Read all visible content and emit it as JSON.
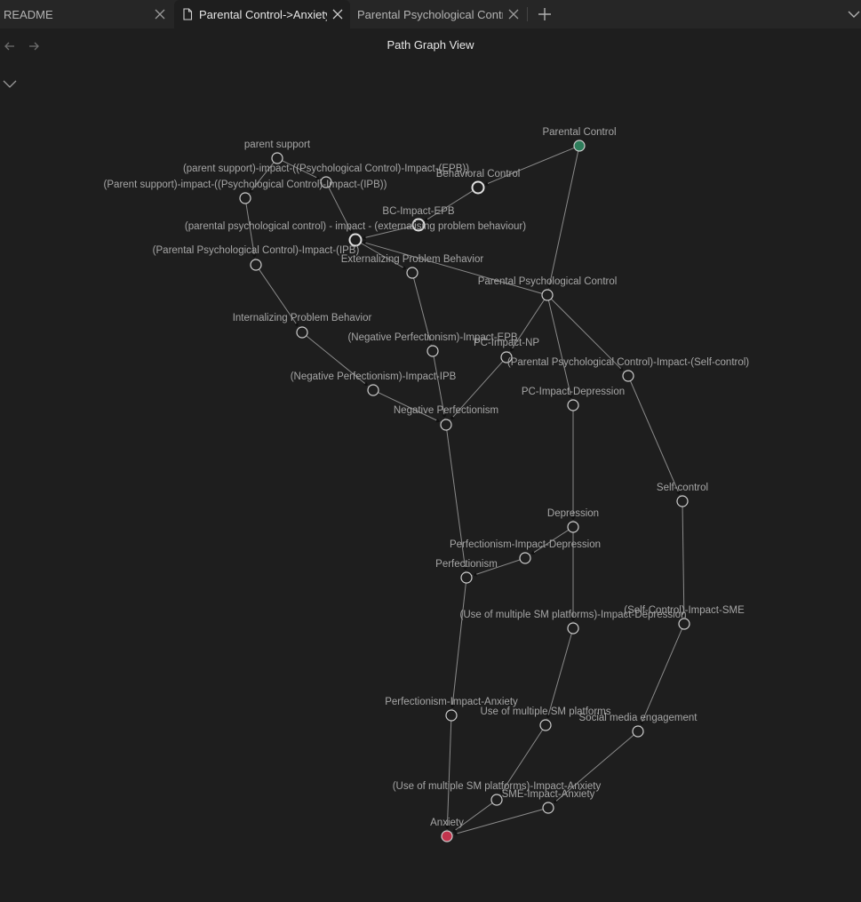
{
  "tabs": [
    {
      "label": "README",
      "active": false
    },
    {
      "label": "Parental Control->Anxiety",
      "active": true
    },
    {
      "label": "Parental Psychological Control",
      "active": false
    }
  ],
  "view_title": "Path Graph View",
  "colors": {
    "start_node": "#2e7d5b",
    "end_node": "#c2344d",
    "background": "#1e1e1e"
  },
  "icons": [
    "close-icon",
    "document-icon",
    "plus-icon",
    "chevron-down-icon",
    "arrow-left-icon",
    "arrow-right-icon"
  ],
  "graph": {
    "nodes": [
      {
        "id": "pc",
        "label": "Parental Control",
        "kind": "start"
      },
      {
        "id": "bc",
        "label": "Behavioral Control",
        "kind": "big"
      },
      {
        "id": "bcepb",
        "label": "BC-Impact-EPB",
        "kind": "big"
      },
      {
        "id": "ppcepb",
        "label": "(parental psychological control) - impact - (externalising problem behaviour)",
        "kind": "big"
      },
      {
        "id": "ps",
        "label": "parent support"
      },
      {
        "id": "psepb",
        "label": "(parent support)-impact-((Psychological Control)-Impact-(EPB))"
      },
      {
        "id": "psipb",
        "label": "(Parent support)-impact-((Psychological Control)-Impact-(IPB))"
      },
      {
        "id": "ppcipb",
        "label": "(Parental Psychological Control)-Impact-(IPB)"
      },
      {
        "id": "epb",
        "label": "Externalizing Problem Behavior"
      },
      {
        "id": "ppc",
        "label": "Parental Psychological Control"
      },
      {
        "id": "ipb",
        "label": "Internalizing Problem Behavior"
      },
      {
        "id": "npepb",
        "label": "(Negative Perfectionism)-Impact-EPB"
      },
      {
        "id": "pcnp",
        "label": "PC-Impact-NP"
      },
      {
        "id": "ppcsc",
        "label": "(Parental Psychological Control)-Impact-(Self-control)"
      },
      {
        "id": "npipb",
        "label": "(Negative Perfectionism)-Impact-IPB"
      },
      {
        "id": "pcdep",
        "label": "PC-Impact-Depression"
      },
      {
        "id": "np",
        "label": "Negative Perfectionism"
      },
      {
        "id": "sc",
        "label": "Self-control"
      },
      {
        "id": "dep",
        "label": "Depression"
      },
      {
        "id": "pfdep",
        "label": "Perfectionism-Impact-Depression"
      },
      {
        "id": "pf",
        "label": "Perfectionism"
      },
      {
        "id": "umsdep",
        "label": "(Use of multiple SM platforms)-Impact-Depression"
      },
      {
        "id": "scsme",
        "label": "(Self-Control)-Impact-SME"
      },
      {
        "id": "pfanx",
        "label": "Perfectionism-Impact-Anxiety"
      },
      {
        "id": "ums",
        "label": "Use of multiple SM platforms"
      },
      {
        "id": "sme",
        "label": "Social media engagement"
      },
      {
        "id": "umsanx",
        "label": "(Use of multiple SM platforms)-Impact-Anxiety"
      },
      {
        "id": "smeanx",
        "label": "SME-Impact-Anxiety"
      },
      {
        "id": "anx",
        "label": "Anxiety",
        "kind": "end"
      }
    ],
    "edges": [
      [
        "pc",
        "bc"
      ],
      [
        "bc",
        "bcepb"
      ],
      [
        "bcepb",
        "ppcepb"
      ],
      [
        "pc",
        "ppc"
      ],
      [
        "ppc",
        "ppcepb"
      ],
      [
        "ppc",
        "pcnp"
      ],
      [
        "ppc",
        "pcdep"
      ],
      [
        "ppc",
        "ppcsc"
      ],
      [
        "ps",
        "psepb"
      ],
      [
        "ps",
        "psipb"
      ],
      [
        "psepb",
        "ppcepb"
      ],
      [
        "psipb",
        "ppcipb"
      ],
      [
        "ppcipb",
        "ipb"
      ],
      [
        "ipb",
        "npipb"
      ],
      [
        "npipb",
        "np"
      ],
      [
        "ppcepb",
        "epb"
      ],
      [
        "epb",
        "npepb"
      ],
      [
        "npepb",
        "np"
      ],
      [
        "pcnp",
        "np"
      ],
      [
        "np",
        "pf"
      ],
      [
        "pcdep",
        "dep"
      ],
      [
        "dep",
        "pfdep"
      ],
      [
        "pfdep",
        "pf"
      ],
      [
        "dep",
        "umsdep"
      ],
      [
        "ppcsc",
        "sc"
      ],
      [
        "sc",
        "scsme"
      ],
      [
        "scsme",
        "sme"
      ],
      [
        "pf",
        "pfanx"
      ],
      [
        "pfanx",
        "anx"
      ],
      [
        "umsdep",
        "ums"
      ],
      [
        "ums",
        "umsanx"
      ],
      [
        "umsanx",
        "anx"
      ],
      [
        "sme",
        "smeanx"
      ],
      [
        "smeanx",
        "anx"
      ]
    ]
  }
}
